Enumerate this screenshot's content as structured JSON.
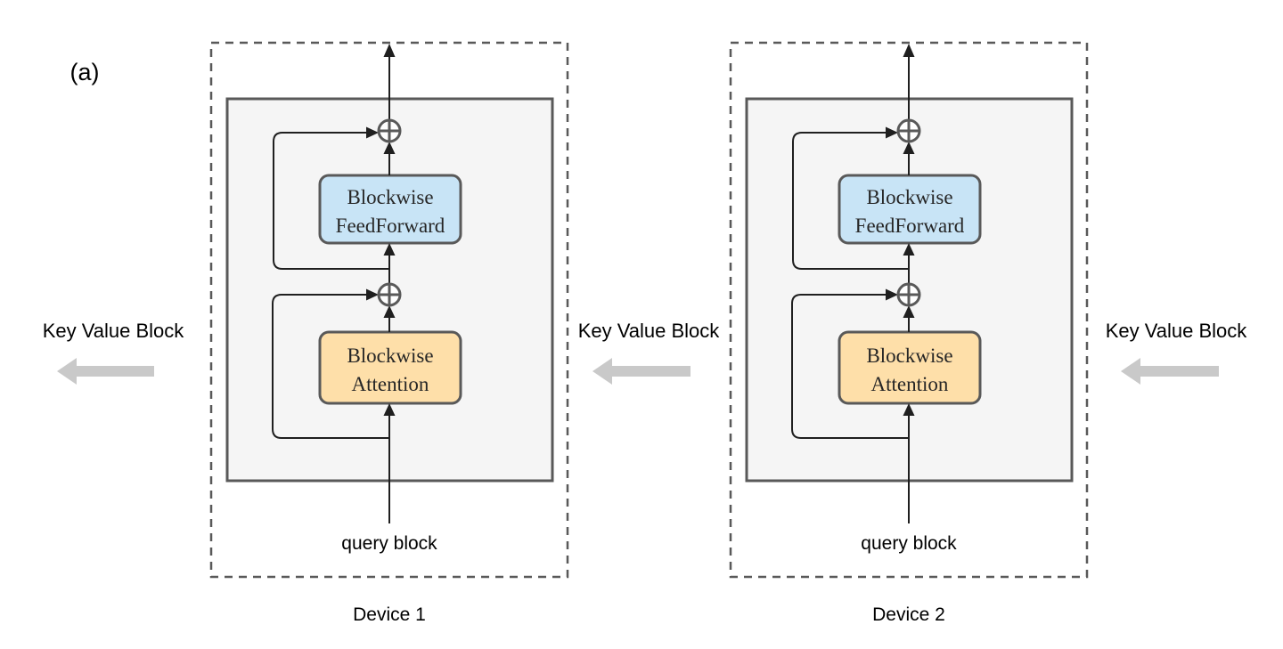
{
  "figure_label": "(a)",
  "devices": [
    {
      "name": "Device 1",
      "query_label": "query block",
      "feedforward_line1": "Blockwise",
      "feedforward_line2": "FeedForward",
      "attention_line1": "Blockwise",
      "attention_line2": "Attention"
    },
    {
      "name": "Device 2",
      "query_label": "query block",
      "feedforward_line1": "Blockwise",
      "feedforward_line2": "FeedForward",
      "attention_line1": "Blockwise",
      "attention_line2": "Attention"
    }
  ],
  "key_value_labels": [
    "Key Value Block",
    "Key Value Block",
    "Key Value Block"
  ],
  "icons": {
    "residual_add": "circle-plus",
    "key_value_transfer": "thick-left-arrow"
  },
  "colors": {
    "feedforward_fill": "#c8e4f6",
    "attention_fill": "#fedfa9",
    "device_box_fill": "#f5f5f5",
    "border_gray": "#595959",
    "line_black": "#1f1f1f",
    "key_value_arrow_gray": "#c9c9c9"
  }
}
